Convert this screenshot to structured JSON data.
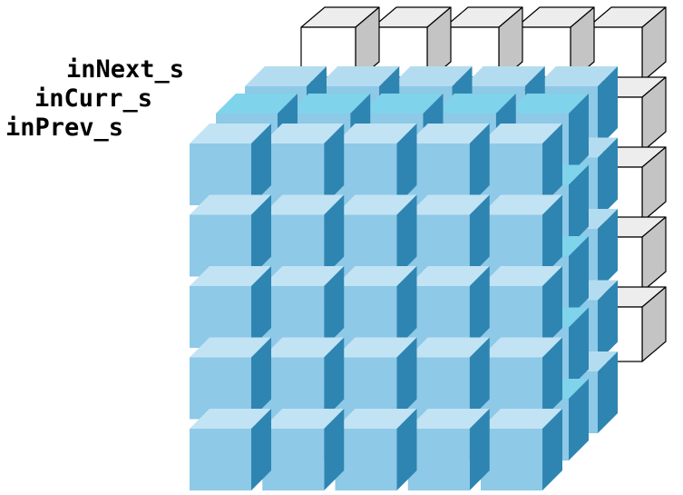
{
  "labels": {
    "next": "inNext_s",
    "curr": "inCurr_s",
    "prev": "inPrev_s"
  },
  "grid": {
    "columns": 5,
    "rows": 5,
    "layers": [
      "prev",
      "curr",
      "next",
      "back"
    ]
  },
  "colors": {
    "prev": {
      "front": "#8ec9e7",
      "top": "#c2e3f4",
      "side": "#2e85b2"
    },
    "curr": {
      "front": "#8ec9e7",
      "top": "#7fd3ea",
      "side": "#2e85b2"
    },
    "next": {
      "front": "#8ec9e7",
      "top": "#b4dcf0",
      "side": "#2e85b2"
    },
    "back": {
      "front": "#ffffff",
      "top": "#ededed",
      "side": "#c4c4c4"
    },
    "edge": "#000000"
  }
}
